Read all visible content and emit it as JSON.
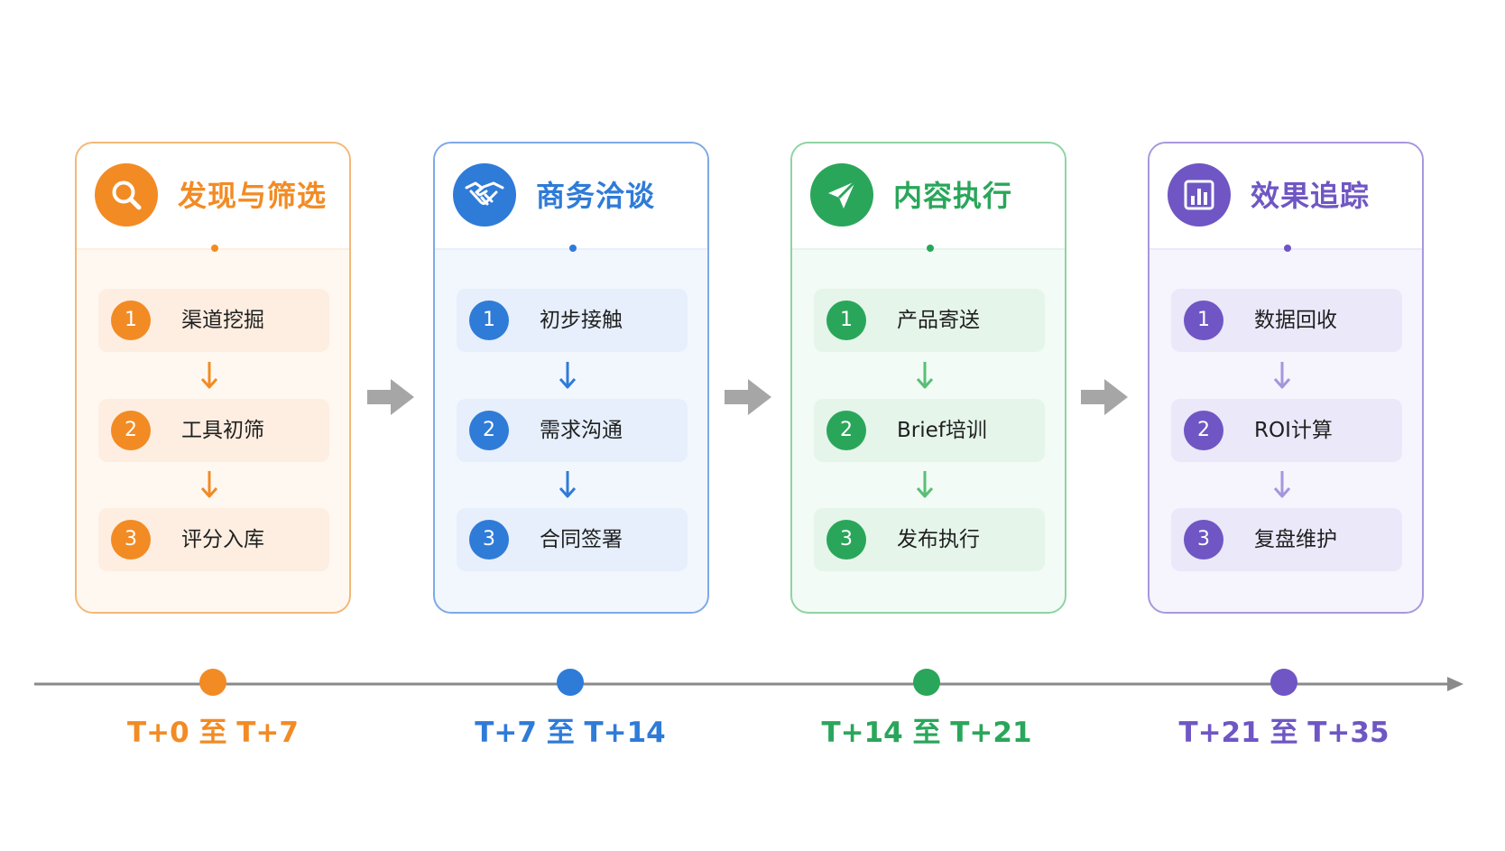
{
  "stages": [
    {
      "title": "发现与筛选",
      "icon": "search-icon",
      "color": "#f28b24",
      "steps": [
        {
          "num": "1",
          "label": "渠道挖掘"
        },
        {
          "num": "2",
          "label": "工具初筛"
        },
        {
          "num": "3",
          "label": "评分入库"
        }
      ],
      "period": "T+0 至 T+7"
    },
    {
      "title": "商务洽谈",
      "icon": "handshake-icon",
      "color": "#2f7bd8",
      "steps": [
        {
          "num": "1",
          "label": "初步接触"
        },
        {
          "num": "2",
          "label": "需求沟通"
        },
        {
          "num": "3",
          "label": "合同签署"
        }
      ],
      "period": "T+7 至 T+14"
    },
    {
      "title": "内容执行",
      "icon": "paper-plane-icon",
      "color": "#2aa65a",
      "steps": [
        {
          "num": "1",
          "label": "产品寄送"
        },
        {
          "num": "2",
          "label": "Brief培训"
        },
        {
          "num": "3",
          "label": "发布执行"
        }
      ],
      "period": "T+14 至 T+21"
    },
    {
      "title": "效果追踪",
      "icon": "bar-chart-icon",
      "color": "#6f56c4",
      "steps": [
        {
          "num": "1",
          "label": "数据回收"
        },
        {
          "num": "2",
          "label": "ROI计算"
        },
        {
          "num": "3",
          "label": "复盘维护"
        }
      ],
      "period": "T+21 至 T+35"
    }
  ],
  "theme": {
    "axis_color": "#8a8a8a",
    "between_arrow_color": "#a6a6a6",
    "stage_styles": [
      {
        "border": "#f3b879",
        "body": "#fff8f1",
        "step_bg": "#fdeee1",
        "arrow": "#f28b24"
      },
      {
        "border": "#7ea9e6",
        "body": "#f2f7fe",
        "step_bg": "#e6effb",
        "arrow": "#2f7bd8"
      },
      {
        "border": "#8fd3a3",
        "body": "#f2fbf5",
        "step_bg": "#e5f5ea",
        "arrow": "#58bf76"
      },
      {
        "border": "#a898dc",
        "body": "#f6f4fd",
        "step_bg": "#ebe8f9",
        "arrow": "#a496dd"
      }
    ]
  }
}
